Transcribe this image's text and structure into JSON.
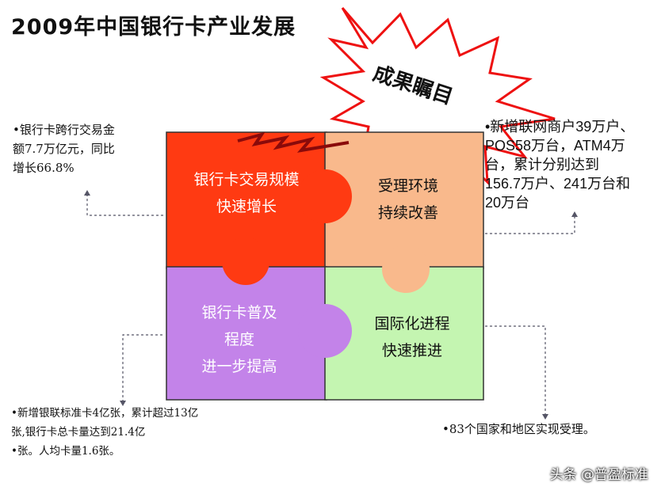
{
  "title": "2009年中国银行卡产业发展",
  "burst": "成果瞩目",
  "pieces": {
    "tl": [
      "银行卡交易规模",
      "快速增长"
    ],
    "tr": [
      "受理环境",
      "持续改善"
    ],
    "bl": [
      "银行卡普及",
      "程度",
      "进一步提高"
    ],
    "br": [
      "国际化进程",
      "快速推进"
    ]
  },
  "notes": {
    "left_top": [
      "•银行卡跨行交易金",
      "额7.7万亿元，同比",
      "增长66.8%"
    ],
    "right_top": [
      "•新增联网商户39万户、",
      "POS58万台，ATM4万",
      "台，累计分别达到",
      "156.7万户、241万台和",
      "20万台"
    ],
    "left_bottom": [
      "•新增银联标准卡4亿张，累计超过13亿",
      "张,银行卡总卡量达到21.4亿",
      "•张。人均卡量1.6张。"
    ],
    "right_bottom": "•83个国家和地区实现受理。"
  },
  "colors": {
    "tl": "#ff3a12",
    "tr": "#f9b98c",
    "bl": "#c383e9",
    "br": "#c4f5b1"
  },
  "watermark": "头条 @普盈标准"
}
